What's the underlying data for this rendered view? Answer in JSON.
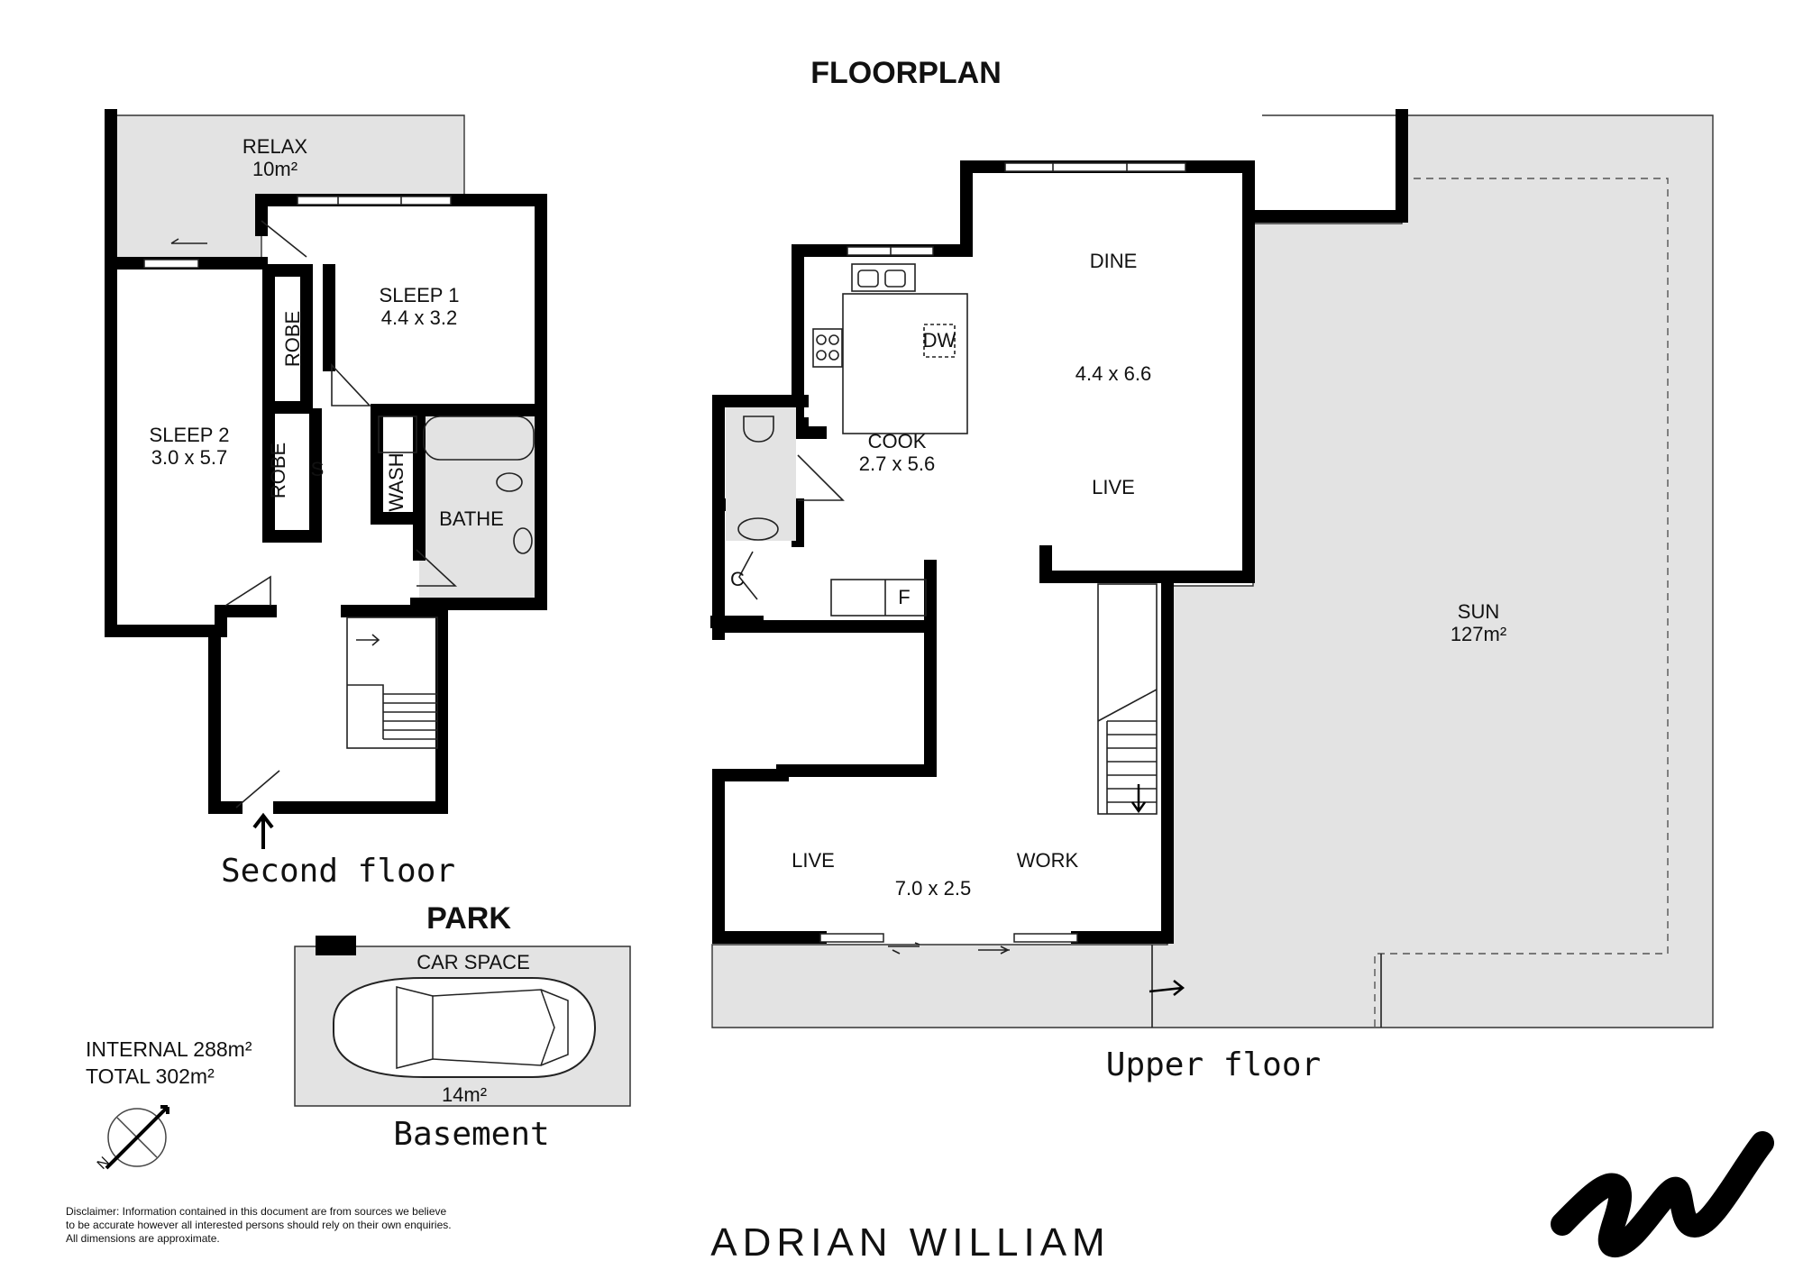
{
  "title": "FLOORPLAN",
  "floors": {
    "second": {
      "label": "Second floor",
      "rooms": {
        "relax": {
          "name": "RELAX",
          "area": "10m²"
        },
        "sleep1": {
          "name": "SLEEP 1",
          "dims": "4.4 x 3.2"
        },
        "sleep2": {
          "name": "SLEEP 2",
          "dims": "3.0 x 5.7"
        },
        "robe1": "ROBE",
        "robe2": "ROBE",
        "s": "S",
        "wash": "WASH",
        "bathe": "BATHE"
      }
    },
    "upper": {
      "label": "Upper floor",
      "rooms": {
        "dine": "DINE",
        "dine_live_dims": "4.4 x 6.6",
        "live_upper": "LIVE",
        "cook": {
          "name": "COOK",
          "dims": "2.7 x 5.6"
        },
        "dw": "DW",
        "c": "C",
        "f": "F",
        "live_lower": "LIVE",
        "work": "WORK",
        "live_work_dims": "7.0 x 2.5",
        "sun": {
          "name": "SUN",
          "area": "127m²"
        }
      }
    },
    "basement": {
      "label": "Basement",
      "heading": "PARK",
      "car_space": "CAR SPACE",
      "area": "14m²"
    }
  },
  "totals": {
    "internal": "INTERNAL 288m²",
    "total": "TOTAL 302m²"
  },
  "compass": {
    "north_label": "N",
    "icon": "north-compass-icon"
  },
  "disclaimer": [
    "Disclaimer: Information contained in this document are from sources we believe",
    "to be accurate however all interested persons should rely on their own enquiries.",
    "All dimensions are approximate."
  ],
  "brand": {
    "name": "ADRIAN WILLIAM",
    "logo_icon": "adrian-william-w-logo-icon"
  }
}
